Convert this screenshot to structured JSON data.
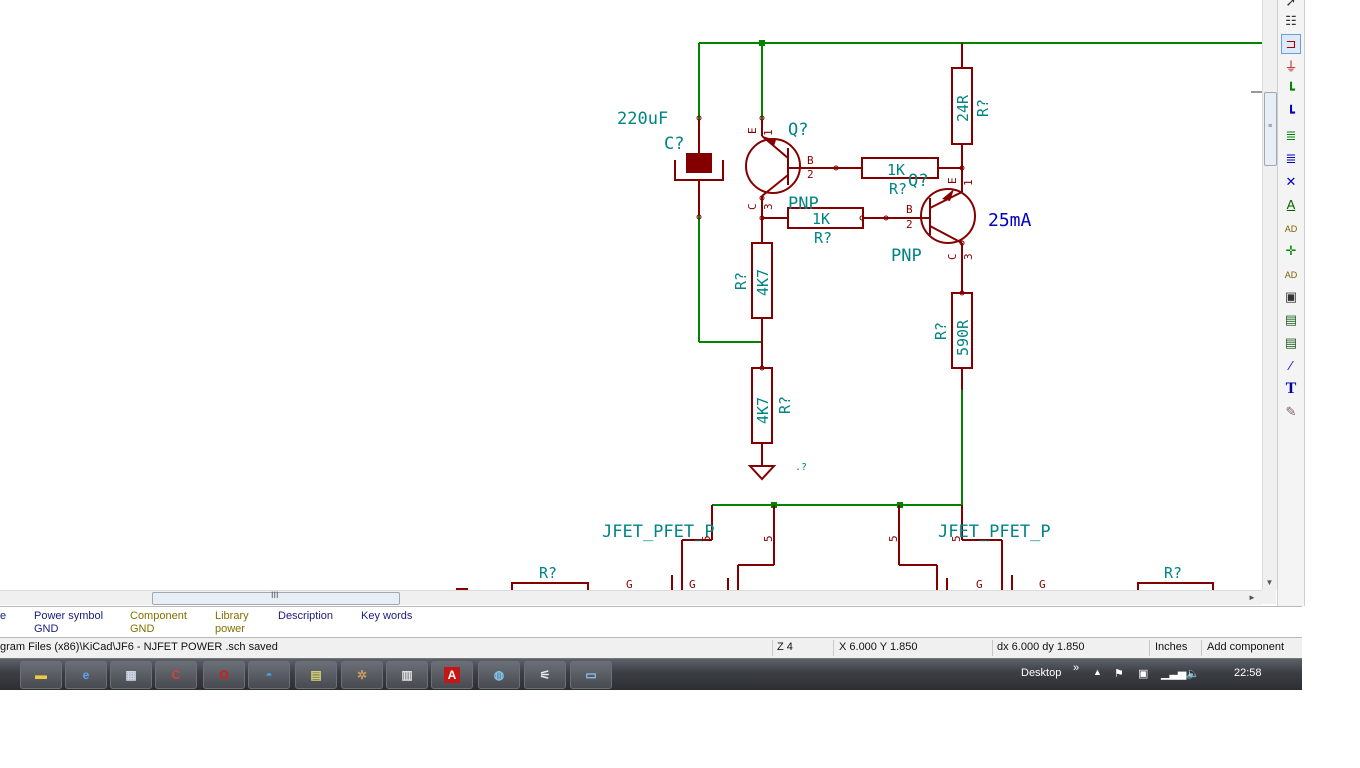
{
  "schematic": {
    "labels": {
      "c_value": "220uF",
      "c_ref": "C?",
      "q1_ref": "Q?",
      "q1_type": "PNP",
      "q2_ref": "Q?",
      "q2_type": "PNP",
      "current": "25mA",
      "r_24r_value": "24R",
      "r_24r_ref": "R?",
      "r_1k_top_value": "1K",
      "r_1k_top_ref": "R?",
      "r_1k_mid_value": "1K",
      "r_1k_mid_ref": "R?",
      "r_4k7_upper_value": "4K7",
      "r_4k7_upper_ref": "R?",
      "r_4k7_lower_value": "4K7",
      "r_4k7_lower_ref": "R?",
      "r_590r_value": "590R",
      "r_590r_ref": "R?",
      "gnd_ref": ".?",
      "jfet_left": "JFET_PFET_P",
      "jfet_right": "JFET_PFET_P",
      "r_bottom_left_ref": "R?",
      "r_bottom_right_ref": "R?",
      "pin_1": "1",
      "pin_2": "2",
      "pin_3": "3",
      "pin_5": "5",
      "pin_e": "E",
      "pin_b": "B",
      "pin_c": "C",
      "pin_g": "G"
    },
    "colors": {
      "wire": "#008400",
      "component": "#840000",
      "label": "#008484",
      "text": "#0000c2"
    }
  },
  "right_toolbar": {
    "icons": [
      "select-arrow-icon",
      "hierarchy-navigator-icon",
      "place-component-icon",
      "place-power-icon",
      "place-wire-icon",
      "place-bus-icon",
      "wire-to-bus-entry-icon",
      "bus-to-bus-entry-icon",
      "no-connect-flag-icon",
      "net-label-icon",
      "global-label-icon",
      "junction-icon",
      "hierarchical-label-icon",
      "hierarchical-sheet-icon",
      "import-sheet-pin-icon",
      "hierarchical-pin-icon",
      "graphic-line-icon",
      "text-icon",
      "add-image-icon"
    ],
    "active_index": 2
  },
  "lib_panel": {
    "columns": [
      {
        "name": "e",
        "value": ""
      },
      {
        "name": "Power symbol",
        "value": "GND"
      },
      {
        "name": "Component",
        "value": "GND"
      },
      {
        "name": "Library",
        "value": "power"
      },
      {
        "name": "Description",
        "value": ""
      },
      {
        "name": "Key words",
        "value": ""
      }
    ]
  },
  "status": {
    "message": "gram Files (x86)\\KiCad\\JF6 - NJFET POWER .sch saved",
    "zoom": "Z 4",
    "xy": "X 6.000  Y 1.850",
    "dxdy": "dx 6.000  dy 1.850",
    "units": "Inches",
    "mode": "Add component"
  },
  "taskbar": {
    "apps": [
      "file-explorer-icon",
      "internet-explorer-icon",
      "calculator-icon",
      "ccleaner-icon",
      "opera-icon",
      "app-circle-icon",
      "notepad-icon",
      "puzzle-app-icon",
      "print-icon",
      "acrobat-icon",
      "paint-icon",
      "kicad-icon",
      "window-app-icon"
    ],
    "desktop": "Desktop",
    "chevron": "»",
    "time": "22:58"
  }
}
